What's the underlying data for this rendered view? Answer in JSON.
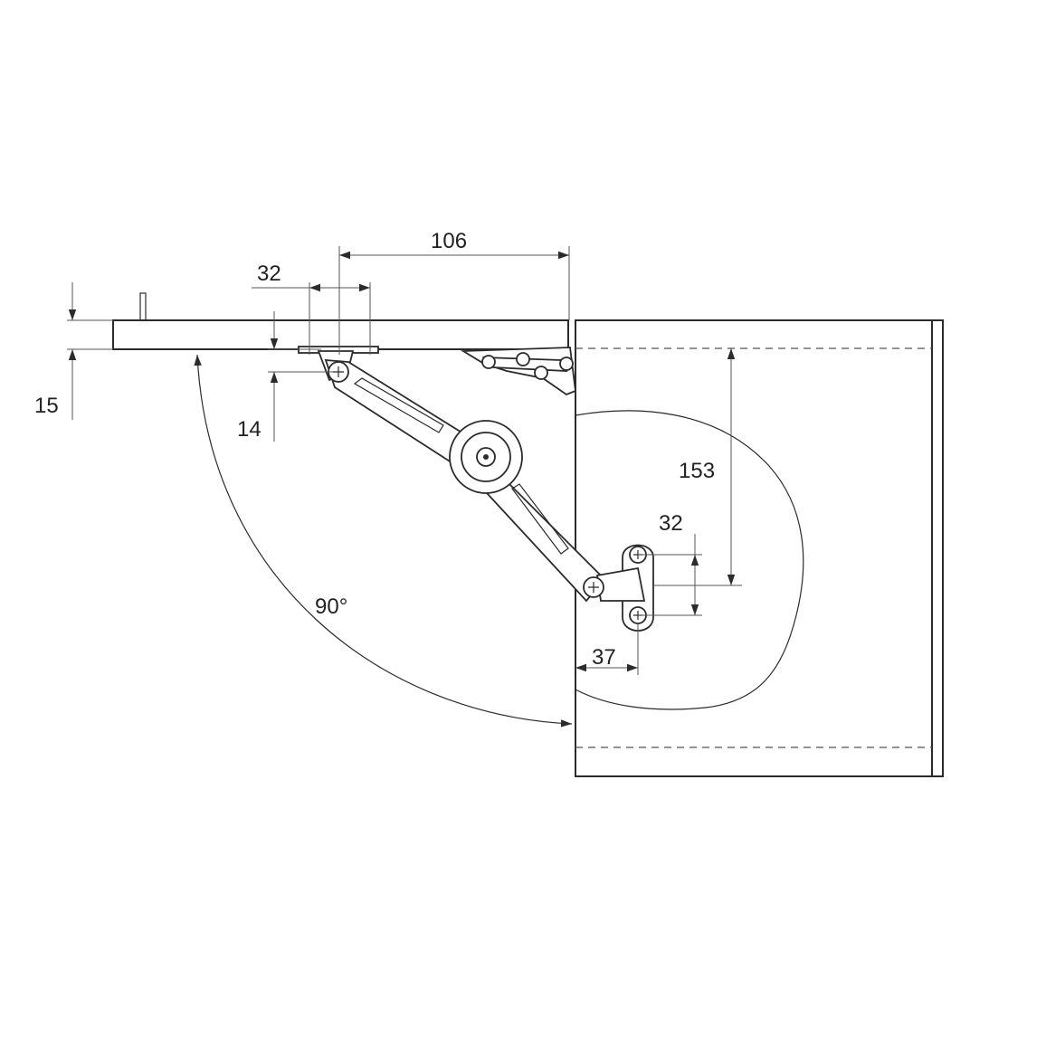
{
  "dimensions": {
    "lid_thickness": "15",
    "pivot_offset": "14",
    "lid_hole_spacing": "32",
    "lid_mount_distance": "106",
    "body_mount_height": "153",
    "body_hole_spacing": "32",
    "body_mount_inset": "37",
    "opening_angle": "90°"
  }
}
